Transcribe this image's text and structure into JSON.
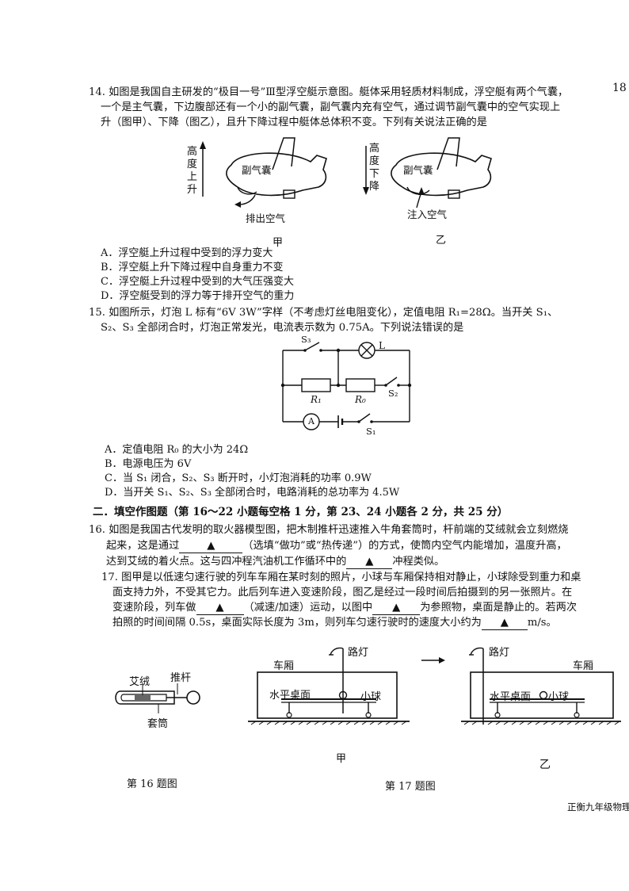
{
  "page_number": "18",
  "q14": {
    "line1": "14. 如图是我国自主研发的“极目一号”Ⅲ型浮空艇示意图。艇体采用轻质材料制成，浮空艇有两个气囊，",
    "line2": "一个是主气囊，下边腹部还有一个小的副气囊，副气囊内充有空气，通过调节副气囊中的空气实现上",
    "line3": "升（图甲）、下降（图乙），且升下降过程中艇体总体积不变。下列有关说法正确的是",
    "fig_jia": {
      "arrow_label": "高度上升",
      "bag_label": "副气囊",
      "air_label": "排出空气",
      "caption": "甲"
    },
    "fig_yi": {
      "arrow_label": "高度下降",
      "bag_label": "副气囊",
      "air_label": "注入空气",
      "caption": "乙"
    },
    "options": [
      "A．浮空艇上升过程中受到的浮力变大",
      "B．浮空艇上升下降过程中自身重力不变",
      "C．浮空艇上升过程中受到的大气压强变大",
      "D．浮空艇受到的浮力等于排开空气的重力"
    ]
  },
  "q15": {
    "line1": "15. 如图所示，灯泡 L 标有“6V 3W”字样（不考虑灯丝电阻变化），定值电阻 R₁=28Ω。当开关 S₁、",
    "line2": "S₂、S₃ 全部闭合时，灯泡正常发光，电流表示数为 0.75A。下列说法错误的是",
    "circuit": {
      "s3": "S₃",
      "lamp": "L",
      "r1": "R₁",
      "r0": "R₀",
      "s2": "S₂",
      "ammeter": "A",
      "s1": "S₁"
    },
    "options": [
      "A．定值电阻 R₀ 的大小为 24Ω",
      "B．电源电压为 6V",
      "C．当 S₁ 闭合，S₂、S₃ 断开时，小灯泡消耗的功率 0.9W",
      "D．当开关 S₁、S₂、S₃ 全部闭合时，电路消耗的总功率为 4.5W"
    ]
  },
  "section2": {
    "title": "二．填空作图题（第 16～22 小题每空格 1 分，第 23、24 小题各 2 分，共 25 分）"
  },
  "q16": {
    "line1": "16. 如图是我国古代发明的取火器模型图，把木制推杆迅速推入牛角套筒时，杆前端的艾绒就会立刻燃烧",
    "line2_pre": "起来，这是通过",
    "line2_post": "（选填“做功”或“热传递”）的方式，使筒内空气内能增加，温度升高，",
    "line3_pre": "达到艾绒的着火点。这与四冲程汽油机工作循环中的",
    "line3_post": "冲程类似。"
  },
  "q17": {
    "line1": "17. 图甲是以低速匀速行驶的列车车厢在某时刻的照片，小球与车厢保持相对静止，小球除受到重力和桌",
    "line2": "面支持力外，不受其它力。此后列车进入变速阶段，图乙是经过一段时间后拍摄到的另一张照片。在",
    "line3_a": "变速阶段，列车做",
    "line3_b": "（减速/加速）运动，以图中",
    "line3_c": "为参照物，桌面是静止的。若两次",
    "line4_a": "拍照的时间间隔 0.5s，桌面实际长度为 3m，则列车匀速行驶时的速度大小约为",
    "line4_b": "m/s。"
  },
  "blank_marker": "▲",
  "fig16": {
    "label_airong": "艾绒",
    "label_tuigan": "推杆",
    "label_taotong": "套筒",
    "caption": "第 16 题图"
  },
  "fig17": {
    "jia": {
      "car": "车厢",
      "lamp": "路灯",
      "table": "水平桌面",
      "ball": "小球",
      "caption": "甲"
    },
    "yi": {
      "car": "车厢",
      "lamp": "路灯",
      "table": "水平桌面",
      "ball": "小球",
      "caption": "乙"
    },
    "caption": "第 17 题图"
  },
  "footer": "正衡九年级物理"
}
